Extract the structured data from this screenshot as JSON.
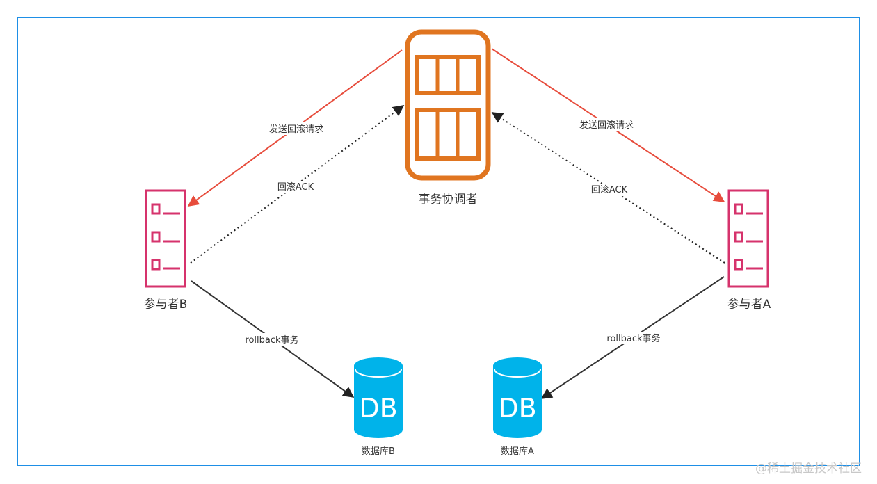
{
  "colors": {
    "frame": "#1e8fe6",
    "coordinator": "#e07520",
    "participant": "#d6336c",
    "database": "#00b3ea",
    "rollback_request": "#e74c3c",
    "ack": "#222222",
    "db_arrow": "#333333"
  },
  "coordinator": {
    "label": "事务协调者",
    "icon": "server-rack-icon"
  },
  "participant_b": {
    "label": "参与者B",
    "icon": "server-list-icon"
  },
  "participant_a": {
    "label": "参与者A",
    "icon": "server-list-icon"
  },
  "database_b": {
    "label": "数据库B",
    "icon_text": "DB"
  },
  "database_a": {
    "label": "数据库A",
    "icon_text": "DB"
  },
  "edges": {
    "request_left": "发送回滚请求",
    "request_right": "发送回滚请求",
    "ack_left": "回滚ACK",
    "ack_right": "回滚ACK",
    "rollback_b": "rollback事务",
    "rollback_a": "rollback事务"
  },
  "watermark": "@稀土掘金技术社区"
}
